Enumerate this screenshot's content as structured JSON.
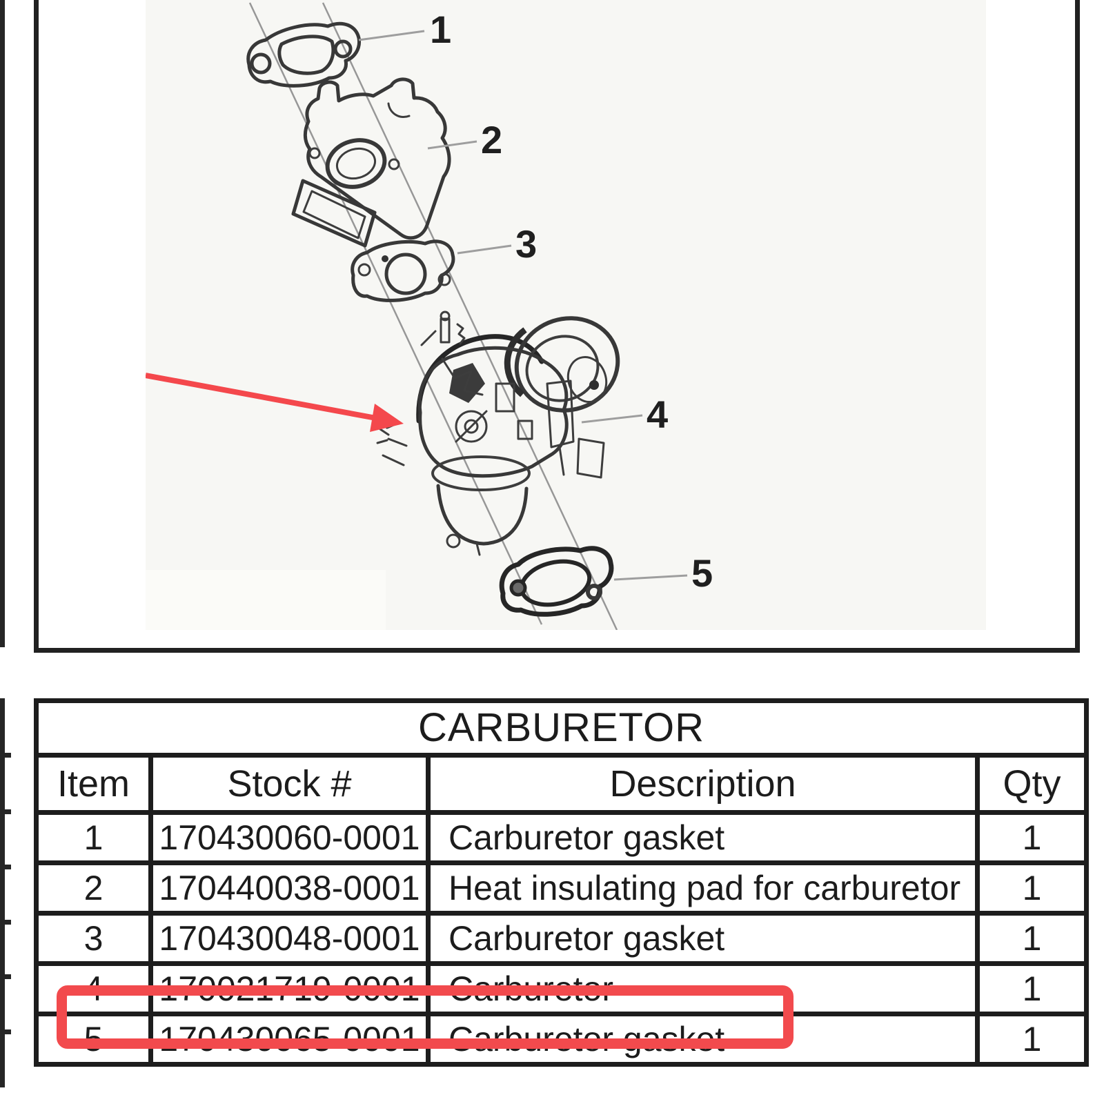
{
  "diagram": {
    "background_color": "#f7f7f4",
    "arrow_color": "#f4484c",
    "callouts": [
      "1",
      "2",
      "3",
      "4",
      "5"
    ]
  },
  "table": {
    "title": "CARBURETOR",
    "columns": {
      "item": "Item",
      "stock": "Stock #",
      "description": "Description",
      "qty": "Qty"
    },
    "rows": [
      {
        "item": "1",
        "stock": "170430060-0001",
        "description": "Carburetor gasket",
        "qty": "1"
      },
      {
        "item": "2",
        "stock": "170440038-0001",
        "description": "Heat insulating pad for carburetor",
        "qty": "1"
      },
      {
        "item": "3",
        "stock": "170430048-0001",
        "description": "Carburetor gasket",
        "qty": "1"
      },
      {
        "item": "4",
        "stock": "170021719-0001",
        "description": "Carburetor",
        "qty": "1"
      },
      {
        "item": "5",
        "stock": "170430065-0001",
        "description": "Carburetor gasket",
        "qty": "1"
      }
    ],
    "highlighted_item": "4",
    "highlight_color": "#f24a4d"
  }
}
